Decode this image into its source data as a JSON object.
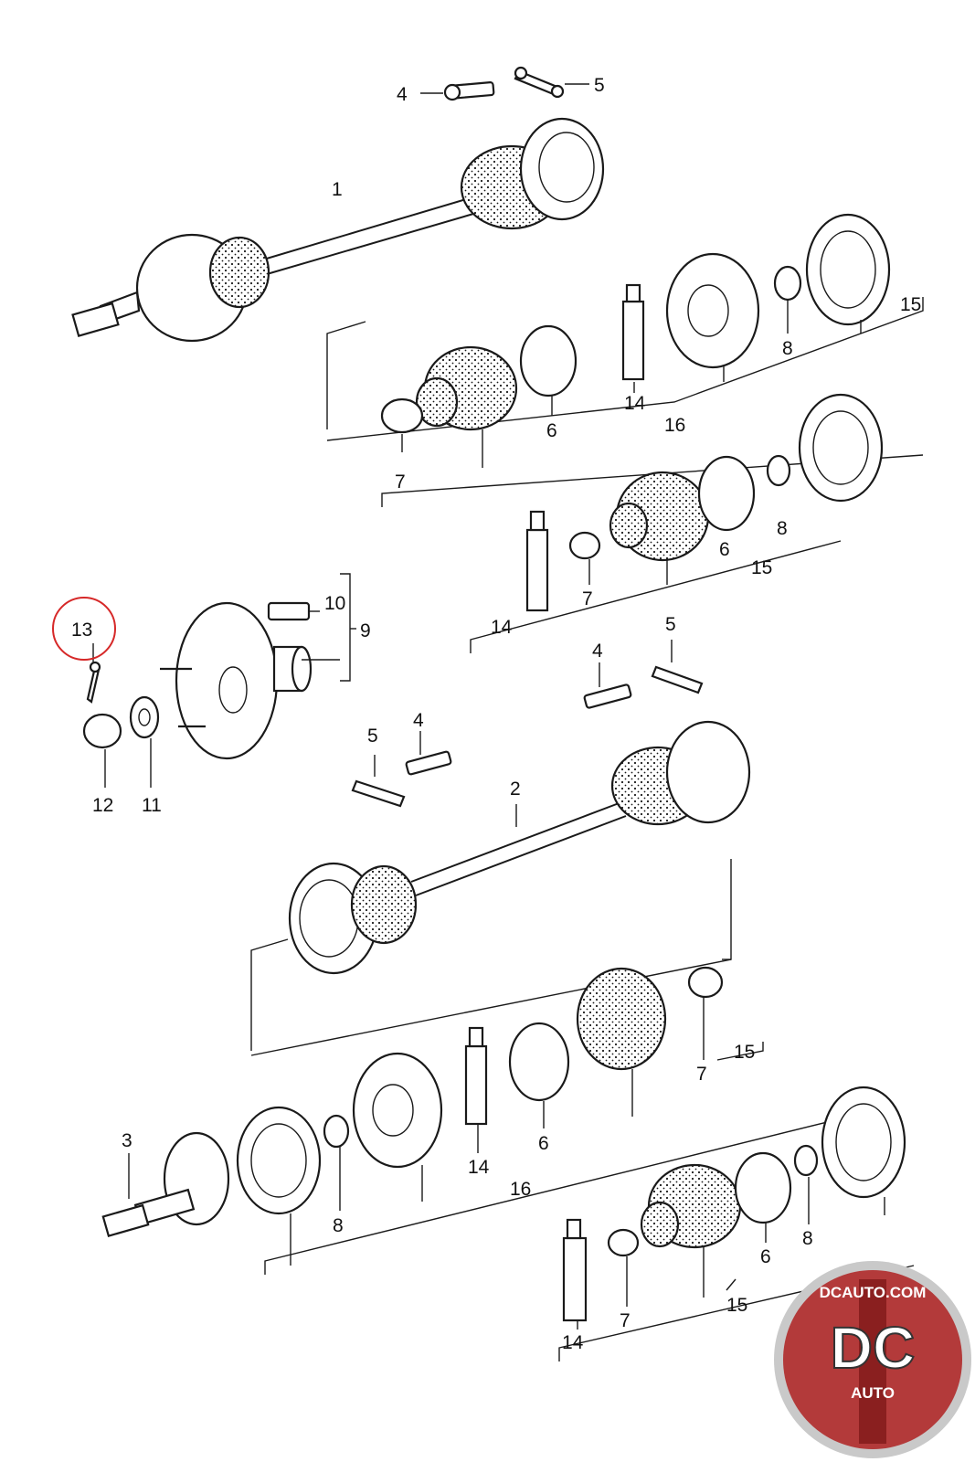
{
  "callouts": {
    "c1": "1",
    "c2": "2",
    "c3": "3",
    "c4a": "4",
    "c4b": "4",
    "c4c": "4",
    "c5a": "5",
    "c5b": "5",
    "c5c": "5",
    "c6a": "6",
    "c6b": "6",
    "c6c": "6",
    "c6d": "6",
    "c7a": "7",
    "c7b": "7",
    "c7c": "7",
    "c7d": "7",
    "c8a": "8",
    "c8b": "8",
    "c8c": "8",
    "c8d": "8",
    "c9": "9",
    "c10": "10",
    "c11": "11",
    "c12": "12",
    "c13": "13",
    "c14a": "14",
    "c14b": "14",
    "c14c": "14",
    "c14d": "14",
    "c15a": "15",
    "c15b": "15",
    "c15c": "15",
    "c15d": "15",
    "c16a": "16",
    "c16b": "16"
  },
  "highlight": {
    "part": "13",
    "color": "#d62828"
  },
  "logo": {
    "site": "DCAUTO.COM",
    "mark": "DC",
    "sub": "AUTO",
    "colors": {
      "ring": "#c9c9c9",
      "field": "#b33a3a",
      "stripe": "#8a1f1f"
    }
  }
}
